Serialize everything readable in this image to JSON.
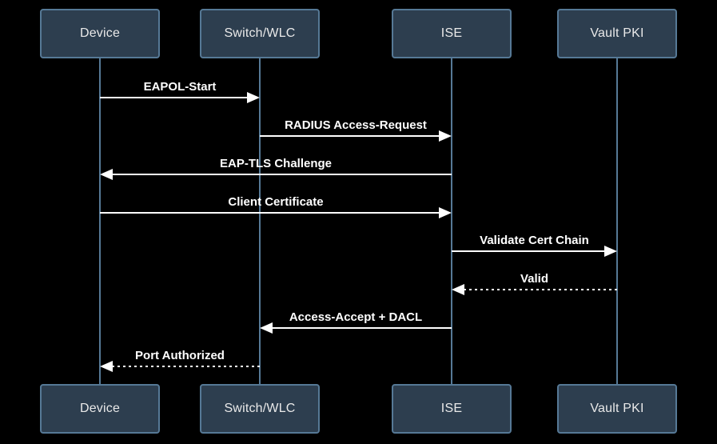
{
  "colors": {
    "background": "#000000",
    "actor_fill": "#2d3e4f",
    "actor_border": "#567996",
    "lifeline": "#567996",
    "message": "#ffffff",
    "actor_text": "#e9e9e9"
  },
  "diagram": {
    "type": "sequence",
    "actors": [
      {
        "id": "device",
        "label": "Device"
      },
      {
        "id": "switch-wlc",
        "label": "Switch/WLC"
      },
      {
        "id": "ise",
        "label": "ISE"
      },
      {
        "id": "vault-pki",
        "label": "Vault PKI"
      }
    ],
    "messages": [
      {
        "from": 0,
        "to": 1,
        "label": "EAPOL-Start",
        "style": "solid"
      },
      {
        "from": 1,
        "to": 2,
        "label": "RADIUS Access-Request",
        "style": "solid"
      },
      {
        "from": 2,
        "to": 0,
        "label": "EAP-TLS Challenge",
        "style": "solid"
      },
      {
        "from": 0,
        "to": 2,
        "label": "Client Certificate",
        "style": "solid"
      },
      {
        "from": 2,
        "to": 3,
        "label": "Validate Cert Chain",
        "style": "solid"
      },
      {
        "from": 3,
        "to": 2,
        "label": "Valid",
        "style": "dotted"
      },
      {
        "from": 2,
        "to": 1,
        "label": "Access-Accept + DACL",
        "style": "solid"
      },
      {
        "from": 1,
        "to": 0,
        "label": "Port Authorized",
        "style": "dotted"
      }
    ]
  }
}
